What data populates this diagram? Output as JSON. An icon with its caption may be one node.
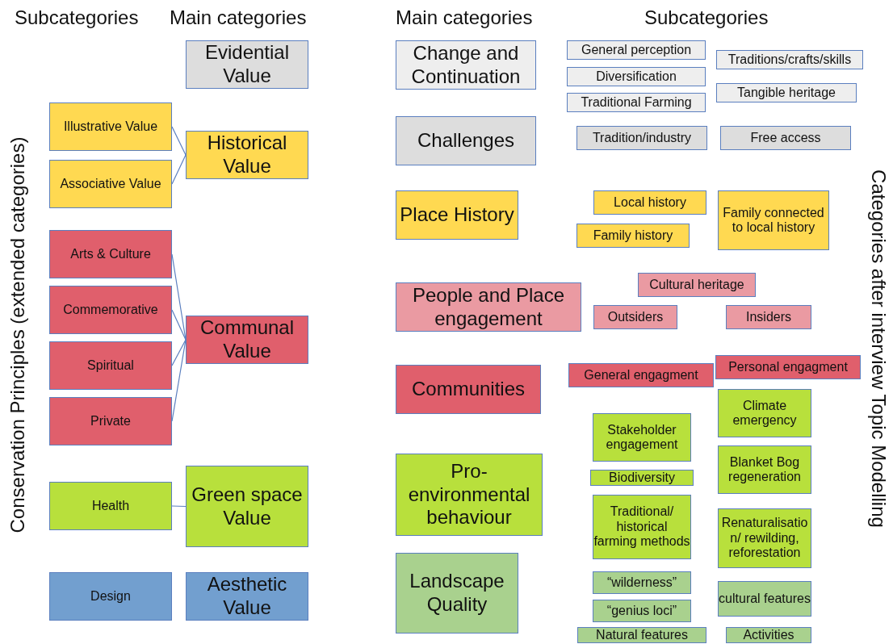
{
  "diagram": {
    "nodes": [
      {
        "text": [
          "Evidential Value"
        ]
      },
      {
        "text": [
          "Illustrative Value"
        ]
      },
      {
        "text": [
          "Associative Value"
        ]
      },
      {
        "text": [
          "Historical Value"
        ]
      },
      {
        "text": [
          "Arts & Culture"
        ]
      },
      {
        "text": [
          "Commemorative"
        ]
      },
      {
        "text": [
          "Spiritual"
        ]
      },
      {
        "text": [
          "Private"
        ]
      },
      {
        "text": [
          "Communal Value"
        ]
      },
      {
        "text": [
          "Health"
        ]
      },
      {
        "text": [
          "Green space Value"
        ]
      },
      {
        "text": [
          "Design"
        ]
      },
      {
        "text": [
          "Aesthetic Value"
        ]
      },
      {
        "text": [
          "Change and Continuation"
        ]
      },
      {
        "text": [
          "General perception"
        ]
      },
      {
        "text": [
          "Traditions/crafts/skills"
        ]
      },
      {
        "text": [
          "Diversification"
        ]
      },
      {
        "text": [
          "Tangible heritage"
        ]
      },
      {
        "text": [
          "Traditional Farming"
        ]
      },
      {
        "text": [
          "Challenges"
        ]
      },
      {
        "text": [
          "Tradition/industry"
        ]
      },
      {
        "text": [
          "Free access"
        ]
      },
      {
        "text": [
          "Place History"
        ]
      },
      {
        "text": [
          "Local history"
        ]
      },
      {
        "text": [
          "Family connected to local history"
        ]
      },
      {
        "text": [
          "Family history"
        ]
      },
      {
        "text": [
          "People and Place engagement"
        ]
      },
      {
        "text": [
          "Cultural heritage"
        ]
      },
      {
        "text": [
          "Outsiders"
        ]
      },
      {
        "text": [
          "Insiders"
        ]
      },
      {
        "text": [
          "Communities"
        ]
      },
      {
        "text": [
          "Personal engagment"
        ]
      },
      {
        "text": [
          "General engagment"
        ]
      },
      {
        "text": [
          "Climate emergency"
        ]
      },
      {
        "text": [
          "Stakeholder engagement"
        ]
      },
      {
        "text": [
          "Pro-environmental behaviour"
        ]
      },
      {
        "text": [
          "Biodiversity"
        ]
      },
      {
        "text": [
          "Blanket Bog regeneration"
        ]
      },
      {
        "text": [
          "Traditional/ historical farming methods"
        ]
      },
      {
        "text": [
          "Renaturalisation/ rewilding, reforestation"
        ]
      },
      {
        "text": [
          "Landscape Quality"
        ]
      },
      {
        "text": [
          "“wilderness”"
        ]
      },
      {
        "text": [
          "cultural features"
        ]
      },
      {
        "text": [
          "“genius loci”"
        ]
      },
      {
        "text": [
          "Natural features"
        ]
      },
      {
        "text": [
          "Activities"
        ]
      }
    ],
    "edges": [
      {
        "from": 1,
        "to": 3,
        "arrow": "none"
      },
      {
        "from": 2,
        "to": 3,
        "arrow": "none"
      },
      {
        "from": 4,
        "to": 8,
        "arrow": "none"
      },
      {
        "from": 5,
        "to": 8,
        "arrow": "none"
      },
      {
        "from": 6,
        "to": 8,
        "arrow": "none"
      },
      {
        "from": 7,
        "to": 8,
        "arrow": "none"
      },
      {
        "from": 9,
        "to": 10,
        "arrow": "none"
      }
    ],
    "labels": [
      "Subcategories",
      "Main categories",
      "Main categories",
      "Subcategories",
      "Conservation Principles (extended categories)",
      "Categories after interview Topic Modelling"
    ]
  }
}
